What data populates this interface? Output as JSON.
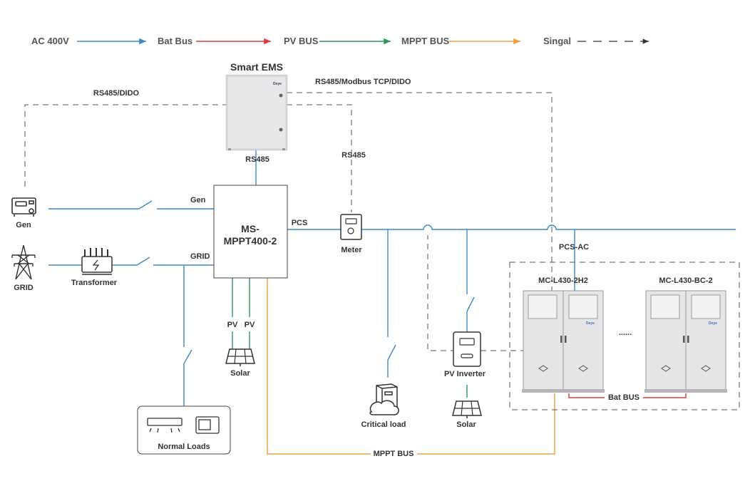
{
  "legend": {
    "ac400v": "AC 400V",
    "bat_bus": "Bat Bus",
    "pv_bus": "PV BUS",
    "mppt_bus": "MPPT BUS",
    "signal": "Singal"
  },
  "colors": {
    "ac": "#3d8bc4",
    "bat": "#e03a3a",
    "pv": "#2e9a5c",
    "mppt": "#f0a13c",
    "signal": "#555555"
  },
  "nodes": {
    "smart_ems": "Smart EMS",
    "ems_brand": "Deye",
    "gen": "Gen",
    "grid": "GRID",
    "transformer": "Transformer",
    "inverter_line1": "MS-",
    "inverter_line2": "MPPT400-2",
    "meter": "Meter",
    "solar_left": "Solar",
    "normal_loads": "Normal Loads",
    "critical_load": "Critical load",
    "pv_inverter": "PV Inverter",
    "solar_right": "Solar",
    "battery_a": "MC-L430-2H2",
    "battery_b": "MC-L430-BC-2",
    "battery_brand": "Deye",
    "ellipsis": "......"
  },
  "links": {
    "rs485_dido": "RS485/DIDO",
    "rs485_modbus": "RS485/Modbus TCP/DIDO",
    "rs485_ems": "RS485",
    "rs485_meter": "RS485",
    "gen_port": "Gen",
    "grid_port": "GRID",
    "pcs": "PCS",
    "pv1": "PV",
    "pv2": "PV",
    "pcs_ac": "PCS-AC",
    "bat_bus": "Bat BUS",
    "mppt_bus": "MPPT BUS"
  }
}
